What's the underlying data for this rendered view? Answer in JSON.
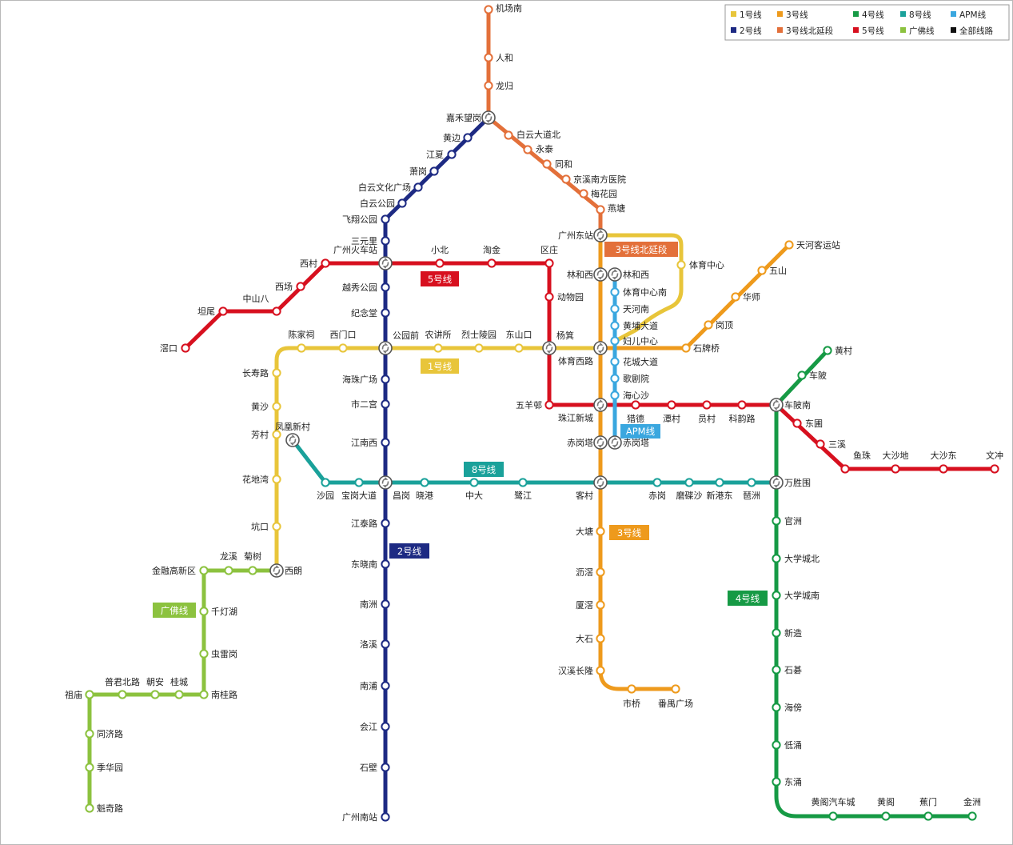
{
  "colors": {
    "line1": "#e8c53a",
    "line2": "#1d2a83",
    "line3": "#ee9a1c",
    "line3n": "#e3703a",
    "line4": "#169a45",
    "line5": "#d7101f",
    "line8": "#1aa19a",
    "apm": "#3aa7df",
    "gf": "#8cc23f",
    "all": "#111111"
  },
  "legend": {
    "line1": "1号线",
    "line2": "2号线",
    "line3": "3号线",
    "line3n": "3号线北延段",
    "line4": "4号线",
    "line5": "5号线",
    "line8": "8号线",
    "gf": "广佛线",
    "apm": "APM线",
    "all": "全部线路"
  },
  "line_tags": {
    "line1": "1号线",
    "line2": "2号线",
    "line3": "3号线",
    "line3n": "3号线北延段",
    "line4": "4号线",
    "line5": "5号线",
    "line8": "8号线",
    "apm": "APM线",
    "gf": "广佛线"
  },
  "stations": {
    "jichangnan": "机场南",
    "renhe": "人和",
    "longgui": "龙归",
    "jiahewanggang": "嘉禾望岗",
    "baiyundadaobei": "白云大道北",
    "yongtai": "永泰",
    "tonghe": "同和",
    "jingxinanfang": "京溪南方医院",
    "meihuayuan": "梅花园",
    "yantang": "燕塘",
    "guangzhoudongzhan": "广州东站",
    "linhexi": "林和西",
    "linhexi_apm": "林和西",
    "tiyuzhongxin": "体育中心",
    "tiyuzhongxinnan": "体育中心南",
    "tianhenan": "天河南",
    "huangpudadao": "黄埔大道",
    "fuerzhongxin": "妇儿中心",
    "huachengdadao": "花城大道",
    "gejuyuan": "歌剧院",
    "haixinsha": "海心沙",
    "chigangta": "赤岗塔",
    "chigangta_apm": "赤岗塔",
    "huangbian": "黄边",
    "jiangxia": "江夏",
    "xiaogang": "萧岗",
    "baiyunwenhua": "白云文化广场",
    "baiyungongyuan": "白云公园",
    "feixianggongyuan": "飞翔公园",
    "sanyuanli": "三元里",
    "guangzhouhuochezhan": "广州火车站",
    "yuexiugongyuan": "越秀公园",
    "jiniantang": "纪念堂",
    "gongyuanqian": "公园前",
    "haizhuguangchang": "海珠广场",
    "shiergong": "市二宫",
    "jiangnanxi": "江南西",
    "changgang": "昌岗",
    "jiangtailu": "江泰路",
    "dongxiaonan": "东晓南",
    "nanzhou": "南洲",
    "luoxi": "洛溪",
    "nanpu": "南浦",
    "huijiang": "会江",
    "shibi": "石壁",
    "guangzhounanzhan": "广州南站",
    "jiaokou": "滘口",
    "tanwei": "坦尾",
    "zhongshanba": "中山八",
    "xichang": "西场",
    "xicun": "西村",
    "xiaobei": "小北",
    "taojin": "淘金",
    "ouzhuang": "区庄",
    "dongwuyuan": "动物园",
    "yangji": "杨箕",
    "wuyangcun": "五羊邨",
    "zhujiangxincheng": "珠江新城",
    "liede": "猎德",
    "tancun": "潭村",
    "yuancun": "员村",
    "keyunlu": "科韵路",
    "chebeinan": "车陂南",
    "dongpu": "东圃",
    "sanxi": "三溪",
    "yuzhu": "鱼珠",
    "dashadi": "大沙地",
    "dashadong": "大沙东",
    "wenchong": "文冲",
    "ximenkou": "西门口",
    "chenjiaci": "陈家祠",
    "nongjiangsuo": "农讲所",
    "lieshilingyuan": "烈士陵园",
    "dongshankou": "东山口",
    "tiyuxilu": "体育西路",
    "shipaiqiao": "石牌桥",
    "gangding": "岗顶",
    "huashi": "华师",
    "wushan": "五山",
    "tianhekeyunzhan": "天河客运站",
    "changshoulu": "长寿路",
    "huangsha": "黄沙",
    "fangcun": "芳村",
    "huadiwan": "花地湾",
    "kengkou": "坑口",
    "xilang": "西朗",
    "fenghuangxincun": "凤凰新村",
    "shayuan": "沙园",
    "baogangdadao": "宝岗大道",
    "xiaogang8": "晓港",
    "zhongda": "中大",
    "lujiang": "鹭江",
    "kecun": "客村",
    "chigang": "赤岗",
    "modiesha": "磨碟沙",
    "xingangdong": "新港东",
    "pazhou": "琶洲",
    "wanshengwei": "万胜围",
    "huangcun": "黄村",
    "chebei": "车陂",
    "guanzhou": "官洲",
    "daxuechengbei": "大学城北",
    "daxuechengnan": "大学城南",
    "xinzao": "新造",
    "shibei": "石碁",
    "haibang": "海傍",
    "dichong": "低涌",
    "dongchong": "东涌",
    "huangge_qiche": "黄阁汽车城",
    "huangge": "黄阁",
    "jiaomen": "蕉门",
    "jinzhou": "金洲",
    "datang": "大塘",
    "lijiao": "沥滘",
    "xiajiao": "厦滘",
    "dashi": "大石",
    "hanxichanglong": "汉溪长隆",
    "shiqiao": "市桥",
    "panyuguangchang": "番禺广场",
    "longxi": "龙溪",
    "jushu": "菊树",
    "jinronggaoxinqu": "金融高新区",
    "qiandenghu": "千灯湖",
    "leigang": "虫雷岗",
    "nanguilu": "南桂路",
    "guicheng": "桂城",
    "chaoan": "朝安",
    "pujunbeilu": "普君北路",
    "zumiao": "祖庙",
    "tongjilu": "同济路",
    "jihuayuan": "季华园",
    "kuiqilu": "魁奇路"
  }
}
